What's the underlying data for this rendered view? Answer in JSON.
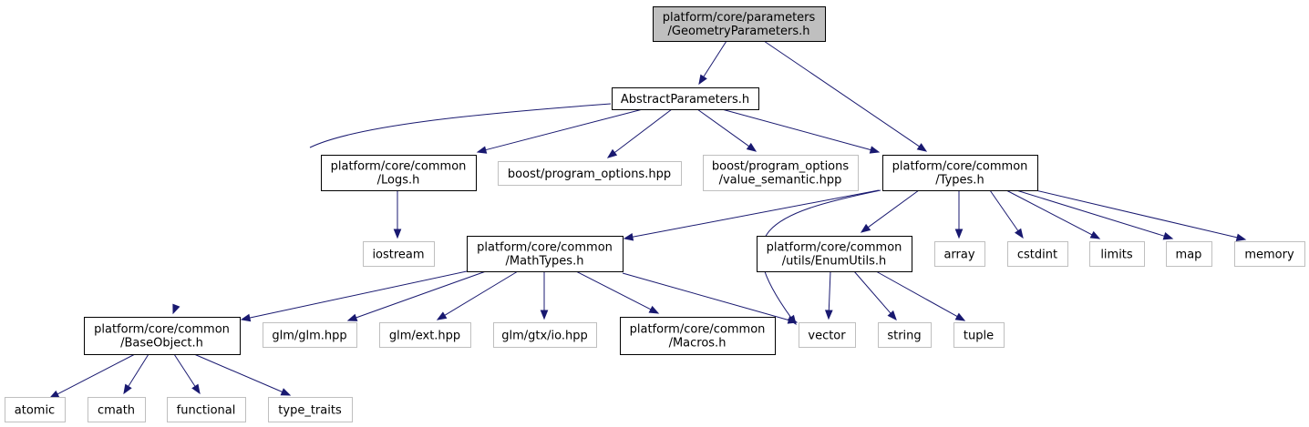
{
  "nodes": {
    "geometry_parameters": {
      "line1": "platform/core/parameters",
      "line2": "/GeometryParameters.h",
      "kind": "focus"
    },
    "abstract_parameters": {
      "line1": "AbstractParameters.h",
      "kind": "local"
    },
    "logs": {
      "line1": "platform/core/common",
      "line2": "/Logs.h",
      "kind": "local"
    },
    "program_options": {
      "line1": "boost/program_options.hpp",
      "kind": "external"
    },
    "value_semantic": {
      "line1": "boost/program_options",
      "line2": "/value_semantic.hpp",
      "kind": "external"
    },
    "types": {
      "line1": "platform/core/common",
      "line2": "/Types.h",
      "kind": "local"
    },
    "iostream": {
      "line1": "iostream",
      "kind": "external"
    },
    "math_types": {
      "line1": "platform/core/common",
      "line2": "/MathTypes.h",
      "kind": "local"
    },
    "enum_utils": {
      "line1": "platform/core/common",
      "line2": "/utils/EnumUtils.h",
      "kind": "local"
    },
    "array": {
      "line1": "array",
      "kind": "external"
    },
    "cstdint": {
      "line1": "cstdint",
      "kind": "external"
    },
    "limits": {
      "line1": "limits",
      "kind": "external"
    },
    "map": {
      "line1": "map",
      "kind": "external"
    },
    "memory": {
      "line1": "memory",
      "kind": "external"
    },
    "base_object": {
      "line1": "platform/core/common",
      "line2": "/BaseObject.h",
      "kind": "local"
    },
    "glm": {
      "line1": "glm/glm.hpp",
      "kind": "external"
    },
    "glm_ext": {
      "line1": "glm/ext.hpp",
      "kind": "external"
    },
    "glm_gtx_io": {
      "line1": "glm/gtx/io.hpp",
      "kind": "external"
    },
    "macros": {
      "line1": "platform/core/common",
      "line2": "/Macros.h",
      "kind": "local"
    },
    "vector": {
      "line1": "vector",
      "kind": "external"
    },
    "string": {
      "line1": "string",
      "kind": "external"
    },
    "tuple": {
      "line1": "tuple",
      "kind": "external"
    },
    "atomic": {
      "line1": "atomic",
      "kind": "external"
    },
    "cmath": {
      "line1": "cmath",
      "kind": "external"
    },
    "functional": {
      "line1": "functional",
      "kind": "external"
    },
    "type_traits": {
      "line1": "type_traits",
      "kind": "external"
    }
  },
  "edges": [
    [
      "geometry_parameters",
      "abstract_parameters"
    ],
    [
      "geometry_parameters",
      "types"
    ],
    [
      "abstract_parameters",
      "logs"
    ],
    [
      "abstract_parameters",
      "program_options"
    ],
    [
      "abstract_parameters",
      "value_semantic"
    ],
    [
      "abstract_parameters",
      "types"
    ],
    [
      "abstract_parameters",
      "base_object"
    ],
    [
      "logs",
      "iostream"
    ],
    [
      "types",
      "math_types"
    ],
    [
      "types",
      "vector"
    ],
    [
      "types",
      "enum_utils"
    ],
    [
      "types",
      "array"
    ],
    [
      "types",
      "cstdint"
    ],
    [
      "types",
      "limits"
    ],
    [
      "types",
      "map"
    ],
    [
      "types",
      "memory"
    ],
    [
      "math_types",
      "base_object"
    ],
    [
      "math_types",
      "glm"
    ],
    [
      "math_types",
      "glm_ext"
    ],
    [
      "math_types",
      "glm_gtx_io"
    ],
    [
      "math_types",
      "macros"
    ],
    [
      "math_types",
      "vector"
    ],
    [
      "enum_utils",
      "vector"
    ],
    [
      "enum_utils",
      "string"
    ],
    [
      "enum_utils",
      "tuple"
    ],
    [
      "base_object",
      "atomic"
    ],
    [
      "base_object",
      "cmath"
    ],
    [
      "base_object",
      "functional"
    ],
    [
      "base_object",
      "type_traits"
    ]
  ]
}
